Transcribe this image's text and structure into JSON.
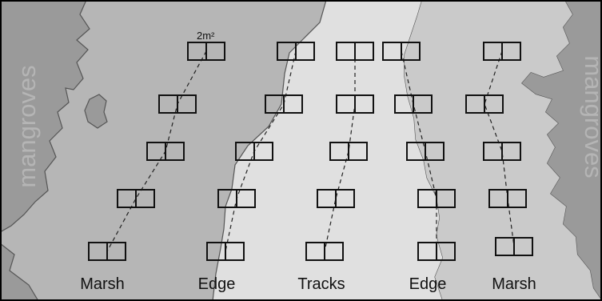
{
  "colors": {
    "frame": "#000000",
    "mangrove": "#9a9a9a",
    "marsh": "#b6b6b6",
    "track": "#e0e0e0",
    "side_text": "#b5b5b5",
    "ink": "#111111"
  },
  "side_labels": {
    "left": "mangroves",
    "right": "mangroves"
  },
  "quadrat_size_label": "2m²",
  "zone_labels": [
    "Marsh",
    "Edge",
    "Tracks",
    "Edge",
    "Marsh"
  ],
  "transects": [
    {
      "zone": "Marsh",
      "quadrats": 5
    },
    {
      "zone": "Edge",
      "quadrats": 5
    },
    {
      "zone": "Tracks",
      "quadrats": 5
    },
    {
      "zone": "Edge",
      "quadrats": 5
    },
    {
      "zone": "Marsh",
      "quadrats": 5
    }
  ]
}
